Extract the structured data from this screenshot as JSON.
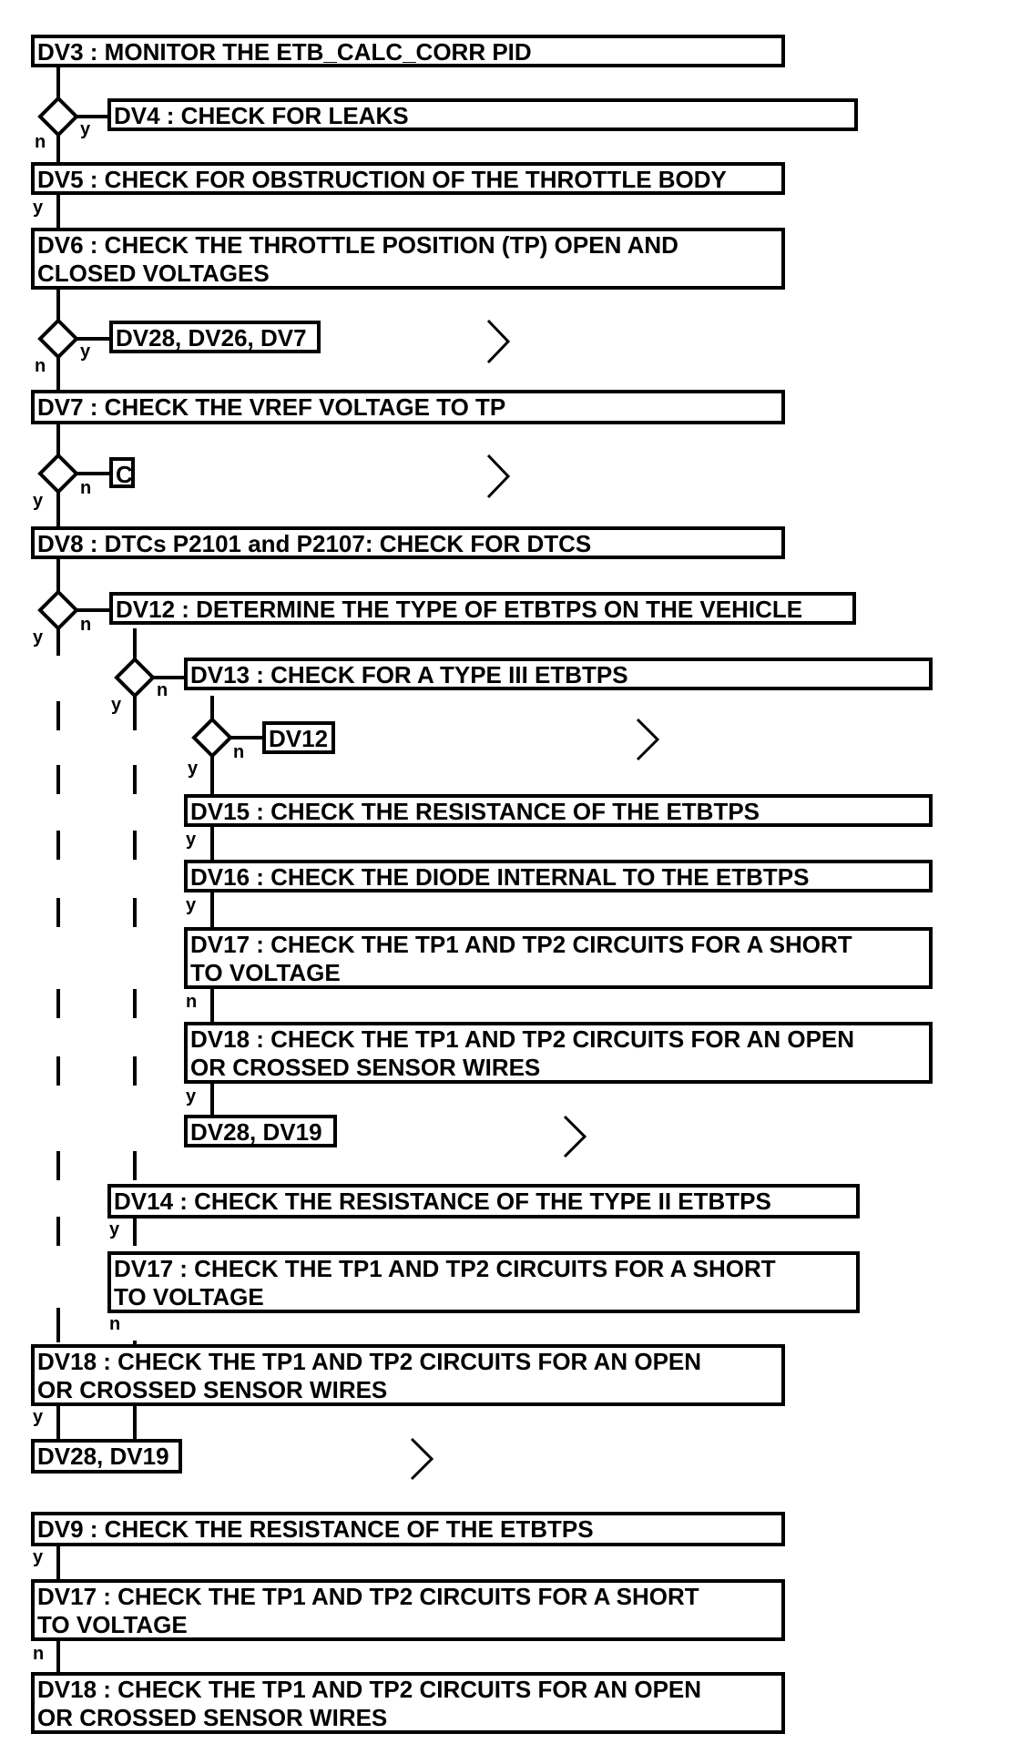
{
  "steps": {
    "dv3": "DV3 : MONITOR THE ETB_CALC_CORR PID",
    "dv4": "DV4 : CHECK FOR LEAKS",
    "dv5": "DV5 : CHECK FOR OBSTRUCTION OF THE THROTTLE BODY",
    "dv6": "DV6 : CHECK THE THROTTLE POSITION (TP) OPEN AND\nCLOSED VOLTAGES",
    "dv28_dv26_dv7": "DV28, DV26, DV7",
    "dv7": "DV7 : CHECK THE VREF VOLTAGE TO TP",
    "c": "C",
    "dv8": "DV8 : DTCs P2101 and P2107: CHECK FOR DTCS",
    "dv12": "DV12 : DETERMINE THE TYPE OF ETBTPS ON THE VEHICLE",
    "dv13": "DV13 : CHECK FOR A TYPE III ETBTPS",
    "dv12_ref": "DV12",
    "dv15": "DV15 : CHECK THE RESISTANCE OF THE ETBTPS",
    "dv16": "DV16 : CHECK THE DIODE INTERNAL TO THE ETBTPS",
    "dv17_a": "DV17 : CHECK THE TP1 AND TP2 CIRCUITS FOR A SHORT\nTO VOLTAGE",
    "dv18_a": "DV18 : CHECK THE TP1 AND TP2 CIRCUITS FOR AN OPEN\nOR CROSSED SENSOR WIRES",
    "dv28_dv19_a": "DV28, DV19",
    "dv14": "DV14 : CHECK THE RESISTANCE OF THE TYPE II ETBTPS",
    "dv17_b": "DV17 : CHECK THE TP1 AND TP2 CIRCUITS FOR A SHORT\nTO VOLTAGE",
    "dv18_b": "DV18 : CHECK THE TP1 AND TP2 CIRCUITS FOR AN OPEN\nOR CROSSED SENSOR WIRES",
    "dv28_dv19_b": "DV28, DV19",
    "dv9": "DV9 : CHECK THE RESISTANCE OF THE ETBTPS",
    "dv17_c": "DV17 : CHECK THE TP1 AND TP2 CIRCUITS FOR A SHORT\nTO VOLTAGE",
    "dv18_c": "DV18 : CHECK THE TP1 AND TP2 CIRCUITS FOR AN OPEN\nOR CROSSED SENSOR WIRES"
  },
  "branch_labels": {
    "yes": "y",
    "no": "n"
  }
}
